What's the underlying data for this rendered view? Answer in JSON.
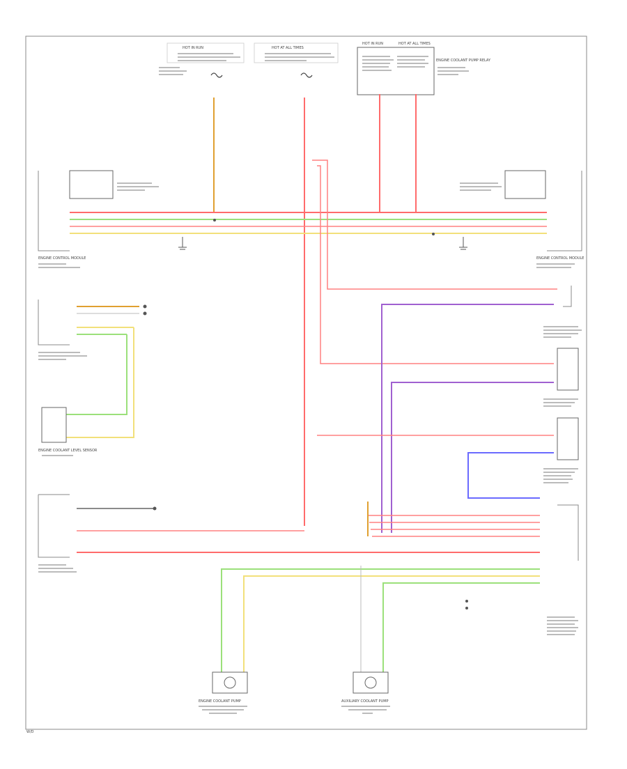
{
  "diagram": {
    "labels": {
      "top_left_fuse": "HOT IN RUN",
      "top_mid_fuse": "HOT AT ALL TIMES",
      "top_right_a": "HOT IN RUN",
      "top_right_b": "HOT AT ALL TIMES",
      "relay_label": "ENGINE COOLANT PUMP RELAY",
      "left_module": "ENGINE CONTROL MODULE",
      "right_module": "ENGINE CONTROL MODULE",
      "sensor_left": "ENGINE COOLANT LEVEL SENSOR",
      "pump_left": "ENGINE COOLANT PUMP",
      "pump_right": "AUXILIARY COOLANT PUMP",
      "page_mark": "W/D"
    }
  }
}
